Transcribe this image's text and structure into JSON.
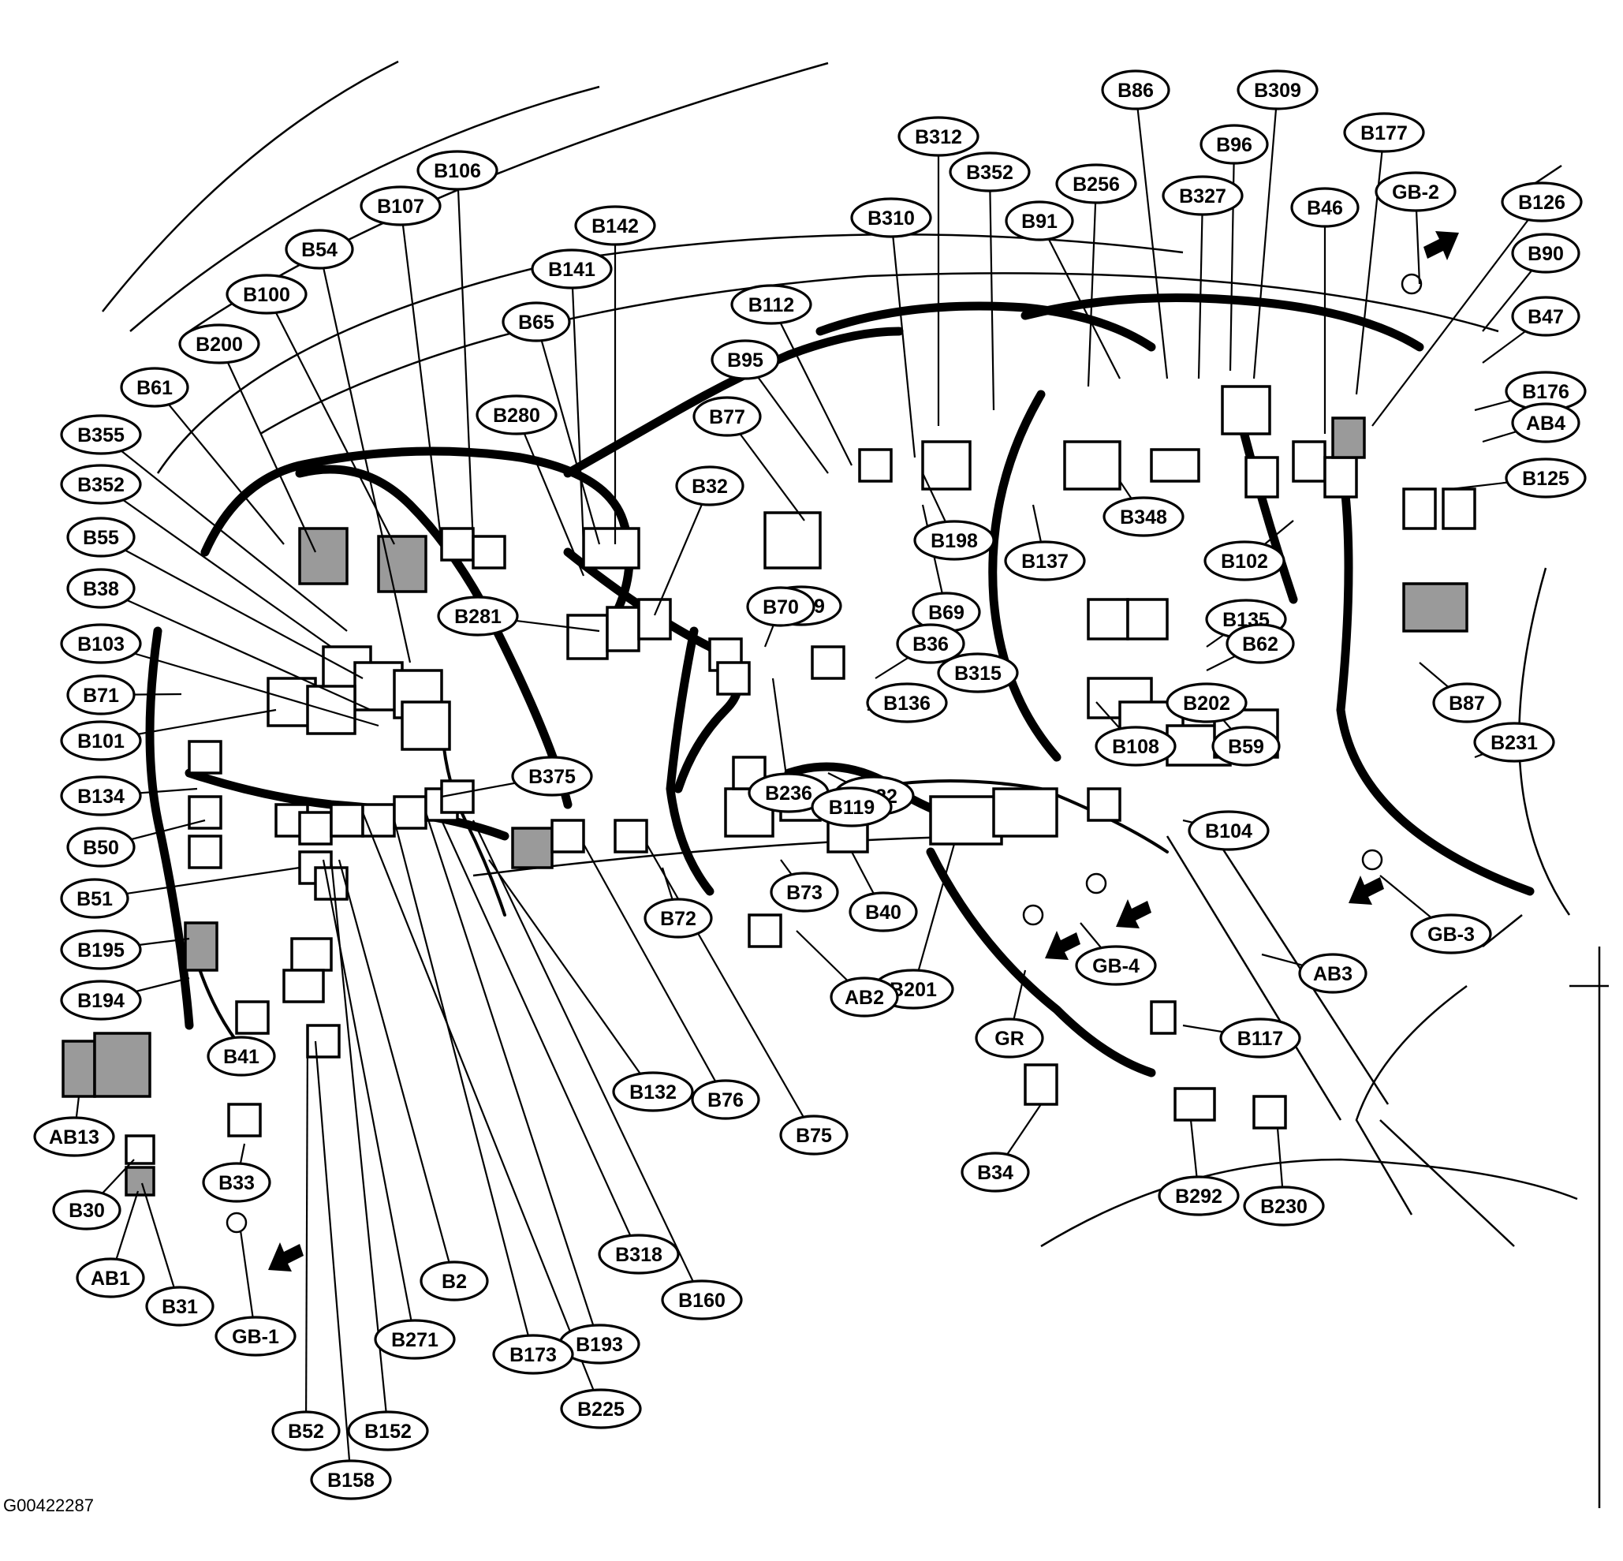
{
  "figure_id": "G00422287",
  "connector_labels": [
    "B86",
    "B309",
    "B312",
    "B96",
    "B177",
    "B352",
    "B256",
    "B327",
    "B46",
    "GB-2",
    "B126",
    "B106",
    "B310",
    "B91",
    "B142",
    "B107",
    "B54",
    "B141",
    "B90",
    "B100",
    "B112",
    "B65",
    "B47",
    "B200",
    "B95",
    "B176",
    "B61",
    "B280",
    "B77",
    "AB4",
    "B355",
    "B32",
    "B125",
    "B352",
    "B198",
    "B348",
    "B55",
    "B199",
    "B137",
    "B102",
    "B38",
    "B70",
    "B69",
    "B281",
    "B135",
    "B103",
    "B36",
    "B315",
    "B62",
    "B71",
    "B136",
    "B101",
    "B87",
    "B202",
    "B108",
    "B231",
    "B59",
    "B236",
    "B134",
    "B122",
    "B375",
    "B50",
    "B119",
    "B104",
    "B73",
    "B51",
    "B40",
    "B72",
    "GB-3",
    "GB-4",
    "AB3",
    "B195",
    "B201",
    "AB2",
    "B194",
    "GR",
    "B117",
    "B41",
    "B132",
    "B76",
    "B75",
    "AB13",
    "B33",
    "B34",
    "B292",
    "B230",
    "B30",
    "AB1",
    "B31",
    "GB-1",
    "B318",
    "B160",
    "B2",
    "B193",
    "B271",
    "B173",
    "B225",
    "B52",
    "B152",
    "B158"
  ]
}
